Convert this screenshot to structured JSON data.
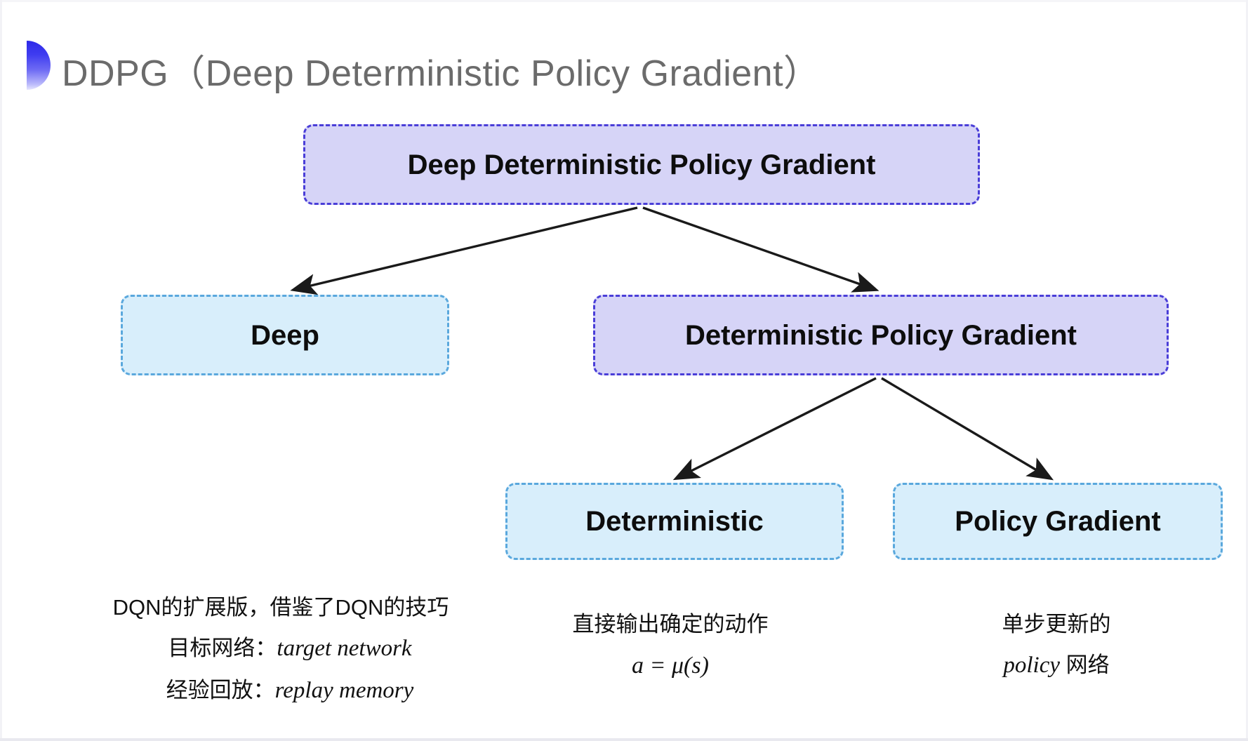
{
  "slide": {
    "title": "DDPG（Deep Deterministic Policy Gradient）",
    "bullet_icon": "half-circle-bullet-icon",
    "background_color": "#ffffff",
    "title_color": "#6b6b6b"
  },
  "colors": {
    "purple_fill": "#d6d4f7",
    "purple_border": "#4a3ed8",
    "blue_fill": "#d8eefb",
    "blue_border": "#5aa8dd",
    "arrow": "#1a1a1a",
    "text": "#0d0d0d"
  },
  "diagram": {
    "type": "tree",
    "nodes": [
      {
        "id": "root",
        "label": "Deep Deterministic Policy Gradient",
        "style": "purple",
        "level": 0
      },
      {
        "id": "deep",
        "label": "Deep",
        "style": "blue",
        "level": 1
      },
      {
        "id": "dpg",
        "label": "Deterministic Policy Gradient",
        "style": "purple",
        "level": 1
      },
      {
        "id": "deterministic",
        "label": "Deterministic",
        "style": "blue",
        "level": 2
      },
      {
        "id": "policy_gradient",
        "label": "Policy Gradient",
        "style": "blue",
        "level": 2
      }
    ],
    "edges": [
      {
        "from": "root",
        "to": "deep"
      },
      {
        "from": "root",
        "to": "dpg"
      },
      {
        "from": "dpg",
        "to": "deterministic"
      },
      {
        "from": "dpg",
        "to": "policy_gradient"
      }
    ]
  },
  "annotations": {
    "left": {
      "for_node": "deep",
      "lines": [
        {
          "cn": "DQN的扩展版，借鉴了DQN的技巧",
          "en": ""
        },
        {
          "cn": "目标网络：",
          "en": "target network"
        },
        {
          "cn": "经验回放：",
          "en": "replay memory"
        }
      ]
    },
    "middle": {
      "for_node": "deterministic",
      "line1": "直接输出确定的动作",
      "formula": "a = μ(s)"
    },
    "right": {
      "for_node": "policy_gradient",
      "line1": "单步更新的",
      "line2_en": "policy",
      "line2_cn": " 网络"
    }
  }
}
